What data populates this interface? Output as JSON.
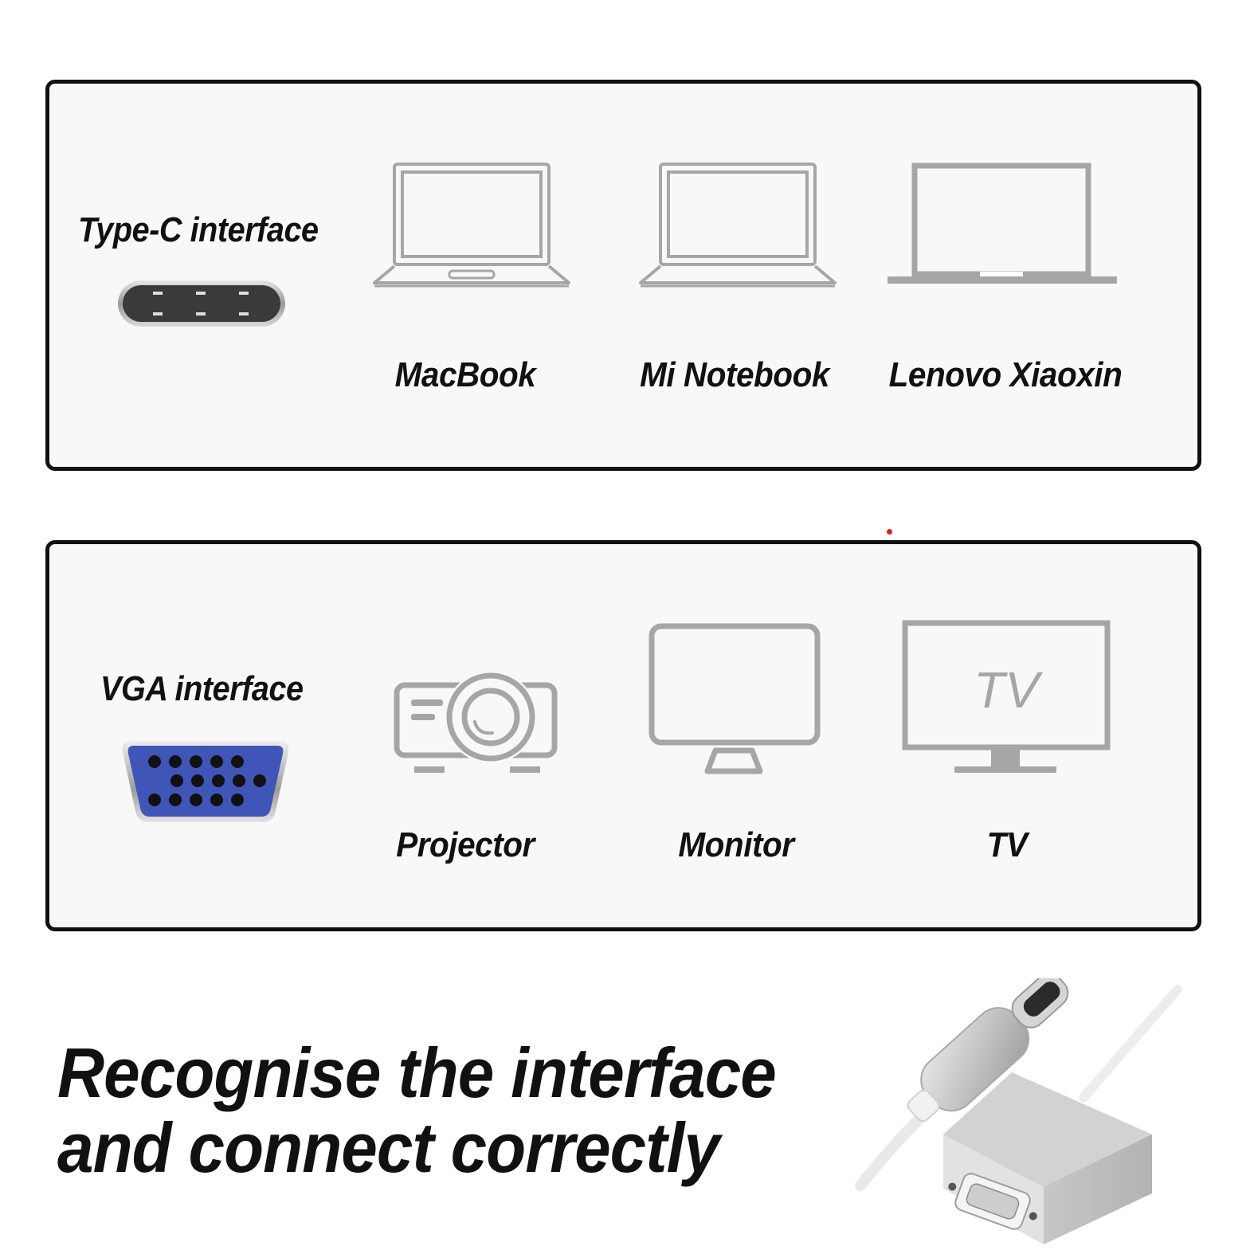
{
  "colors": {
    "border": "#111111",
    "panel_bg": "#f8f8f8",
    "icon_gray": "#a6a6a6",
    "vga_blue": "#3f56b8",
    "accent_dot": "#e02020"
  },
  "typec_panel": {
    "title": "Type-C interface",
    "connector_icon": "usb-c-port-icon",
    "devices": [
      {
        "label": "MacBook",
        "icon": "laptop-icon"
      },
      {
        "label": "Mi Notebook",
        "icon": "laptop-icon"
      },
      {
        "label": "Lenovo Xiaoxin",
        "icon": "laptop-icon"
      }
    ]
  },
  "vga_panel": {
    "title": "VGA interface",
    "connector_icon": "vga-port-icon",
    "devices": [
      {
        "label": "Projector",
        "icon": "projector-icon"
      },
      {
        "label": "Monitor",
        "icon": "monitor-icon"
      },
      {
        "label": "TV",
        "icon": "tv-icon",
        "screen_text": "TV"
      }
    ]
  },
  "headline": {
    "line1": "Recognise the interface",
    "line2": "and connect correctly"
  },
  "product_icon": "usb-c-to-vga-adapter-icon"
}
